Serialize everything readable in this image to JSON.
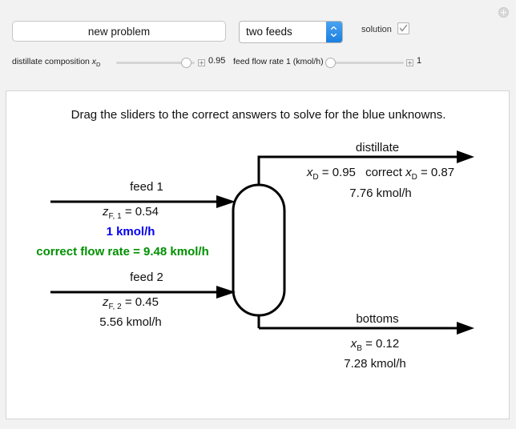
{
  "window": {
    "add_icon": "plus-circle-icon"
  },
  "toolbar": {
    "new_problem_label": "new problem",
    "feeds_select_value": "two feeds",
    "feeds_select_icon": "spinner-updown-icon",
    "solution_label": "solution",
    "solution_checked": true,
    "check_icon": "check-icon"
  },
  "sliders": [
    {
      "name": "distillate-composition",
      "label_text": "distillate composition ",
      "label_var": "x",
      "label_sub": "D",
      "value": "0.95",
      "box_icon": "slider-expand-icon"
    },
    {
      "name": "feed-flow-rate-1",
      "label_text": "feed flow rate 1 (kmol/h)",
      "label_var": "",
      "label_sub": "",
      "value": "1",
      "box_icon": "slider-expand-icon"
    }
  ],
  "main": {
    "instruction": "Drag the sliders to the correct answers to solve for the blue unknowns.",
    "streams": {
      "distillate": {
        "title": "distillate",
        "xd_given": "x",
        "xd_given_sub": "D",
        "xd_given_value": " = 0.95",
        "xd_correct_prefix": "correct ",
        "xd_correct_var": "x",
        "xd_correct_sub": "D",
        "xd_correct_value": " = 0.87",
        "flow": "7.76 kmol/h"
      },
      "feed1": {
        "title": "feed 1",
        "z_var": "z",
        "z_sub": "F, 1",
        "z_value": " = 0.54",
        "flow_unknown": "1 kmol/h",
        "flow_correct": "correct flow rate = 9.48 kmol/h"
      },
      "feed2": {
        "title": "feed 2",
        "z_var": "z",
        "z_sub": "F, 2",
        "z_value": " = 0.45",
        "flow": "5.56 kmol/h"
      },
      "bottoms": {
        "title": "bottoms",
        "x_var": "x",
        "x_sub": "B",
        "x_value": " = 0.12",
        "flow": "7.28 kmol/h"
      }
    }
  },
  "colors": {
    "unknown_blue": "#0000f0",
    "correct_green": "#009000",
    "accent_blue": "#1c7fe0",
    "page_background": "#f2f2f2",
    "panel_background": "#ffffff"
  }
}
